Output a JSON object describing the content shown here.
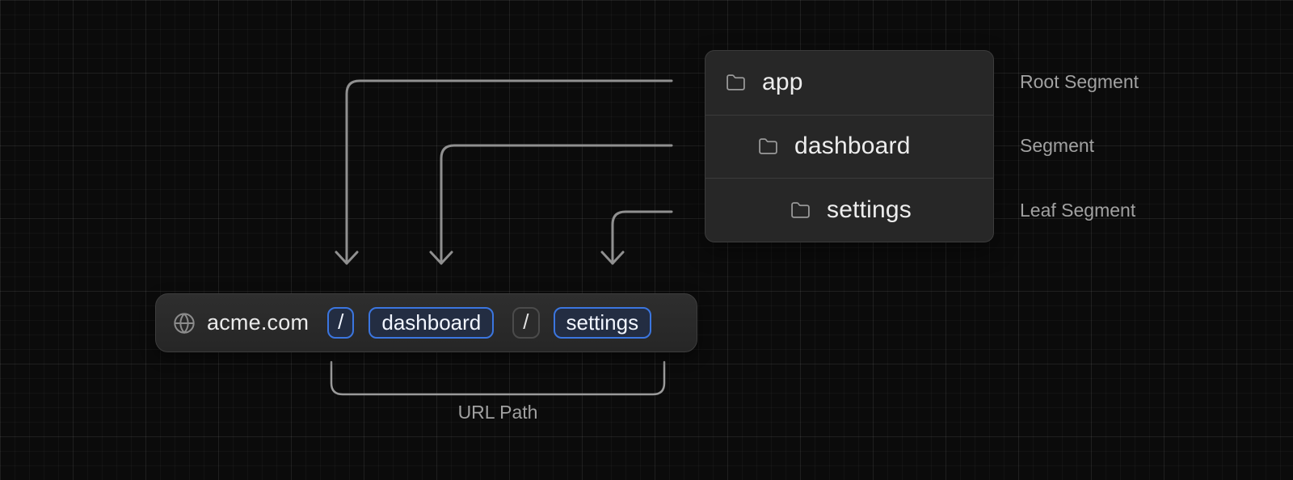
{
  "colors": {
    "accent_blue": "#3b76e0",
    "chip_blue_bg": "#232d42",
    "arrow_gray": "#909090",
    "panel_bg": "#272727",
    "page_bg": "#0b0b0b"
  },
  "file_tree": {
    "items": [
      {
        "label": "app",
        "icon": "folder-icon",
        "level": 0,
        "annotation": "Root Segment"
      },
      {
        "label": "dashboard",
        "icon": "folder-icon",
        "level": 1,
        "annotation": "Segment"
      },
      {
        "label": "settings",
        "icon": "folder-icon",
        "level": 2,
        "annotation": "Leaf Segment"
      }
    ]
  },
  "url_bar": {
    "icon": "globe-icon",
    "hostname": "acme.com",
    "segments": [
      {
        "label": "/",
        "style": "highlighted"
      },
      {
        "label": "dashboard",
        "style": "highlighted"
      },
      {
        "label": "/",
        "style": "muted"
      },
      {
        "label": "settings",
        "style": "highlighted"
      }
    ]
  },
  "caption": {
    "url_path_label": "URL Path"
  }
}
